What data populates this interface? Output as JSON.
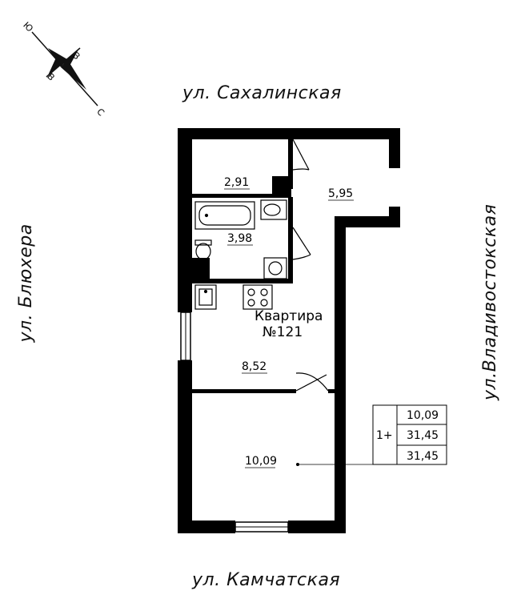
{
  "streets": {
    "top": "ул. Сахалинская",
    "bottom": "ул. Камчатская",
    "left": "ул. Блюхера",
    "right": "ул.Владивостокская"
  },
  "compass": {
    "n": "Ю",
    "e": "З",
    "w": "В",
    "s": "С"
  },
  "rooms": {
    "hall_small": "2,91",
    "corridor": "5,95",
    "bathroom": "3,98",
    "kitchen": "8,52",
    "bedroom": "10,09"
  },
  "apartment": {
    "label": "Квартира",
    "number": "№121"
  },
  "summary": {
    "rooms": "1+",
    "living_area": "10,09",
    "total_area": "31,45",
    "total_area_2": "31,45"
  }
}
